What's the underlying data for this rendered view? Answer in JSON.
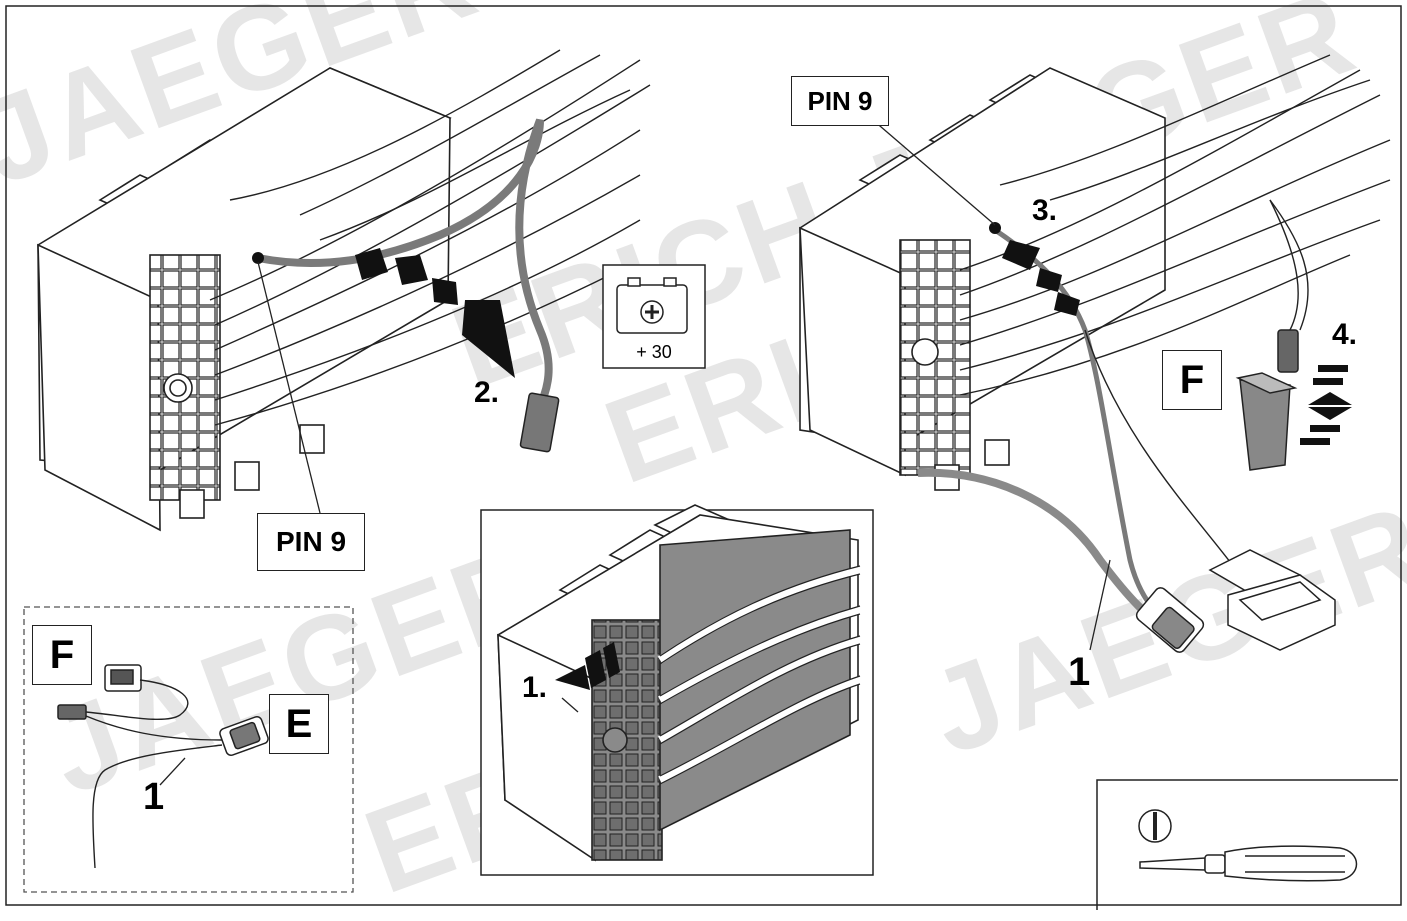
{
  "labels": {
    "pin_left": "PIN 9",
    "pin_right": "PIN 9",
    "step_1": "1.",
    "step_2": "2.",
    "step_3": "3.",
    "step_4": "4.",
    "part_f_right": "F",
    "part_f_kit": "F",
    "part_e_kit": "E",
    "cable_1_kit": "1",
    "cable_1_right": "1",
    "battery_text": "+ 30"
  },
  "watermark": [
    "JAEGER",
    "ERICH JAEGER",
    "ERICH",
    "JAEGER",
    "ERICH",
    "JAEGER"
  ],
  "icons": [
    "battery-plus-icon",
    "slotted-screwdriver-icon",
    "press-arrows-icon"
  ],
  "colors": {
    "line": "#222222",
    "highlight_wire": "#7a7a7a",
    "highlight_area": "#8a8a8a",
    "watermark": "#e6e6e6"
  }
}
